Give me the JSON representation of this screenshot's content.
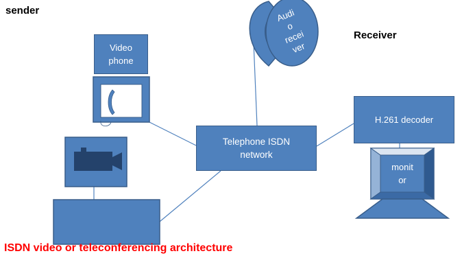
{
  "labels": {
    "sender": "sender",
    "receiver": "Receiver",
    "caption": "ISDN video or teleconferencing architecture"
  },
  "nodes": {
    "video_phone": "Video\nphone",
    "audio_receiver": [
      "Audi",
      "o",
      "recei",
      "ver"
    ],
    "network": "Telephone ISDN\nnetwork",
    "decoder": "H.261 decoder",
    "monitor": "monit\nor"
  },
  "colors": {
    "shape_fill": "#4f81bd",
    "shape_border": "#385d8a",
    "caption": "#ff0000",
    "text": "#000000"
  },
  "icons": [
    "telephone-handset-icon",
    "video-camera-icon"
  ]
}
